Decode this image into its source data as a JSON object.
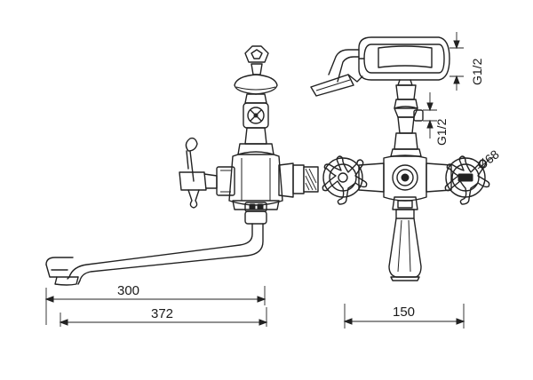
{
  "dimensions": {
    "side_view": {
      "spout_reach": "300",
      "overall_length": "372"
    },
    "front_view": {
      "handle_spacing": "150"
    }
  },
  "annotations": {
    "handshower_thread": "G1/2",
    "inlet_thread": "G1/2",
    "handle_diameter": "Ø68"
  }
}
